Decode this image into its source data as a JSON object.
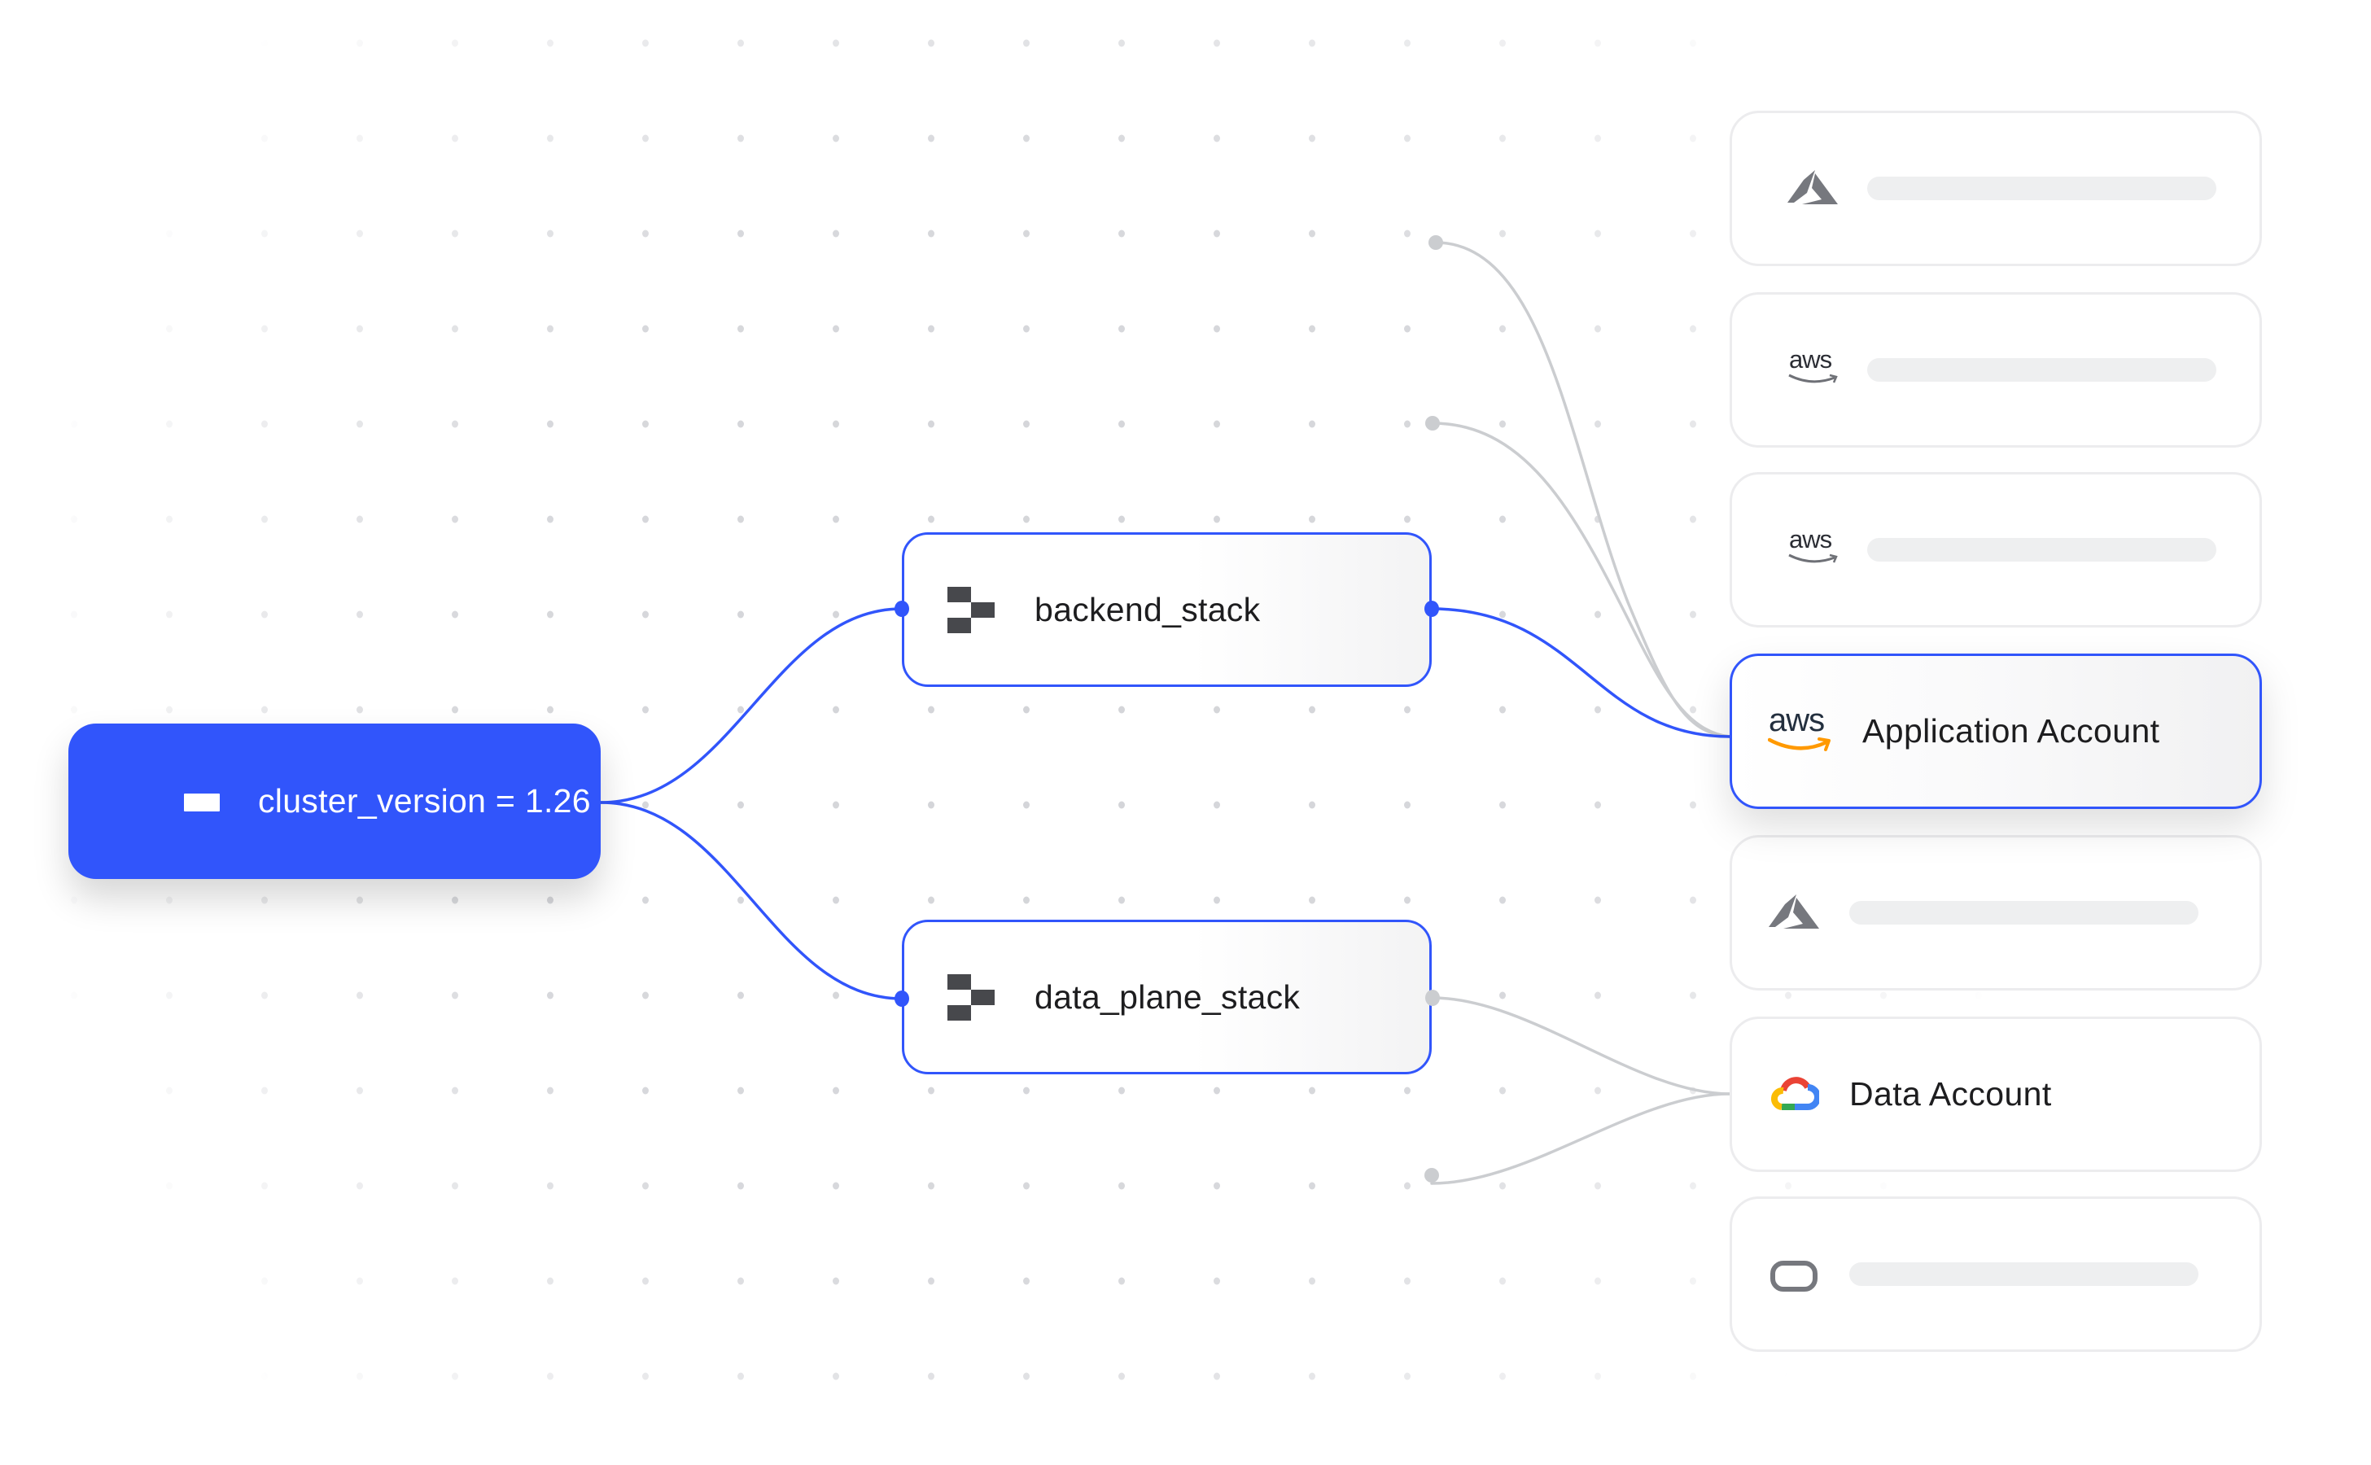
{
  "diagram": {
    "title": "",
    "colors": {
      "accent": "#3155fb",
      "wire_inactive": "#cbcdd0",
      "icon_gray": "#76787e",
      "card_border": "#ececee",
      "placeholder": "#eeeff0"
    },
    "root": {
      "label": "cluster_version = 1.26",
      "icon": "variable-rect-icon"
    },
    "stacks": [
      {
        "id": "backend",
        "label": "backend_stack",
        "icon": "stack-icon",
        "out_active": true
      },
      {
        "id": "data_plane",
        "label": "data_plane_stack",
        "icon": "stack-icon",
        "out_active": false
      }
    ],
    "accounts": [
      {
        "provider": "azure",
        "icon": "azure-icon",
        "label": "",
        "placeholder": true,
        "active": false
      },
      {
        "provider": "aws",
        "icon": "aws-icon",
        "label": "",
        "placeholder": true,
        "active": false
      },
      {
        "provider": "aws",
        "icon": "aws-icon",
        "label": "",
        "placeholder": true,
        "active": false
      },
      {
        "provider": "aws",
        "icon": "aws-icon",
        "label": "Application Account",
        "placeholder": false,
        "active": true
      },
      {
        "provider": "azure",
        "icon": "azure-icon",
        "label": "",
        "placeholder": true,
        "active": false
      },
      {
        "provider": "gcp",
        "icon": "google-cloud-icon",
        "label": "Data Account",
        "placeholder": false,
        "active": false
      },
      {
        "provider": "oracle",
        "icon": "oracle-icon",
        "label": "",
        "placeholder": true,
        "active": false
      }
    ],
    "edges": [
      {
        "from": "root",
        "to": "backend_stack",
        "active": true
      },
      {
        "from": "root",
        "to": "data_plane_stack",
        "active": true
      },
      {
        "from": "backend_stack",
        "to": "Application Account",
        "active": true
      },
      {
        "from": "unlinked-source-1",
        "to": "Application Account",
        "active": false
      },
      {
        "from": "unlinked-source-2",
        "to": "Application Account",
        "active": false
      },
      {
        "from": "data_plane_stack",
        "to": "Data Account",
        "active": false
      },
      {
        "from": "unlinked-source-3",
        "to": "Data Account",
        "active": false
      }
    ],
    "aws_wordmark": "aws"
  }
}
